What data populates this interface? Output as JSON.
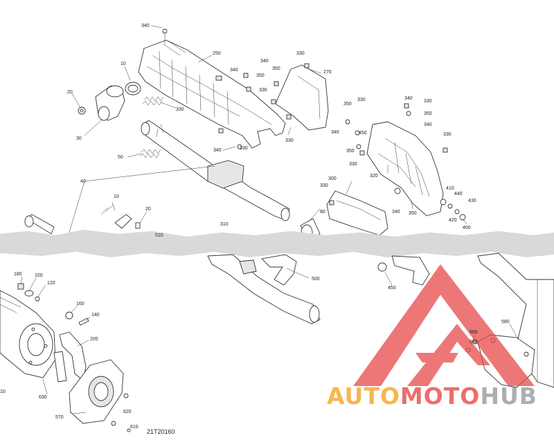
{
  "figure_code": "21T20160",
  "callouts_upper": [
    "340",
    "250",
    "10",
    "20",
    "30",
    "330",
    "340",
    "350",
    "350",
    "330",
    "330",
    "270",
    "340",
    "330",
    "50",
    "40",
    "350",
    "340",
    "330",
    "320",
    "350",
    "330",
    "450",
    "340",
    "330",
    "330",
    "350",
    "340",
    "340",
    "330",
    "300",
    "410",
    "440",
    "430",
    "420",
    "400",
    "350",
    "340",
    "10",
    "20",
    "80",
    "310",
    "510",
    "330"
  ],
  "callouts_lower": [
    "180",
    "100",
    "120",
    "160",
    "140",
    "205",
    "10",
    "630",
    "620",
    "570",
    "610",
    "450",
    "500",
    "590",
    "600",
    "580"
  ],
  "watermark": {
    "word_part1": "AUTO",
    "word_part2": "MOTO",
    "word_part3": "HUB",
    "colors": {
      "red": "#e84a4a",
      "orange": "#f5a623",
      "grey": "#9a9a9a"
    }
  }
}
